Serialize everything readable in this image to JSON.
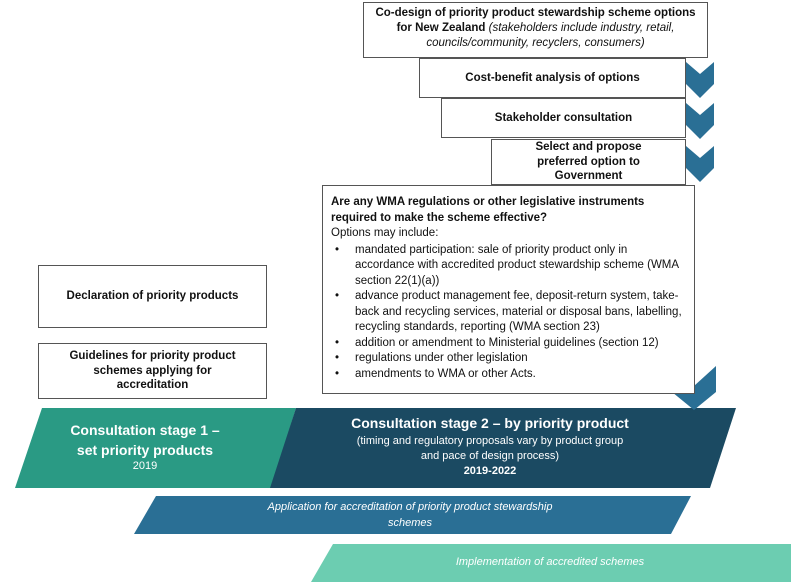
{
  "process": {
    "codesign_bold": "Co-design of priority product stewardship scheme options for New Zealand",
    "codesign_italic": "(stakeholders include industry, retail, councils/community, recyclers, consumers)",
    "cost_benefit": "Cost-benefit analysis of options",
    "consultation": "Stakeholder consultation",
    "select_propose": "Select and propose preferred option to Government"
  },
  "wma_box": {
    "question": "Are any WMA regulations or other legislative instruments required to make the scheme effective?",
    "intro": "Options may include:",
    "options": [
      "mandated participation: sale of priority product only in accordance with accredited product stewardship scheme (WMA section 22(1)(a))",
      "advance product management fee, deposit-return system, take-back and recycling services, material or disposal bans, labelling, recycling standards, reporting (WMA section 23)",
      "addition or amendment to Ministerial guidelines (section 12)",
      "regulations under other legislation",
      "amendments to WMA or other Acts."
    ]
  },
  "left_boxes": {
    "declaration": "Declaration of priority products",
    "guidelines": "Guidelines for priority product schemes applying for accreditation"
  },
  "stages": {
    "stage1_title": "Consultation stage 1 – set priority products",
    "stage1_year": "2019",
    "stage2_title": "Consultation stage 2 – by priority product",
    "stage2_desc": "(timing and regulatory proposals vary by product group and pace of design process)",
    "stage2_year": "2019-2022",
    "application": "Application for accreditation of priority product stewardship schemes",
    "implementation": "Implementation of accredited schemes"
  },
  "colors": {
    "stage1": "#2a9a84",
    "stage2": "#1b4a62",
    "application": "#2a6f95",
    "implementation": "#6ccdb1",
    "chevron": "#2a6f95"
  }
}
